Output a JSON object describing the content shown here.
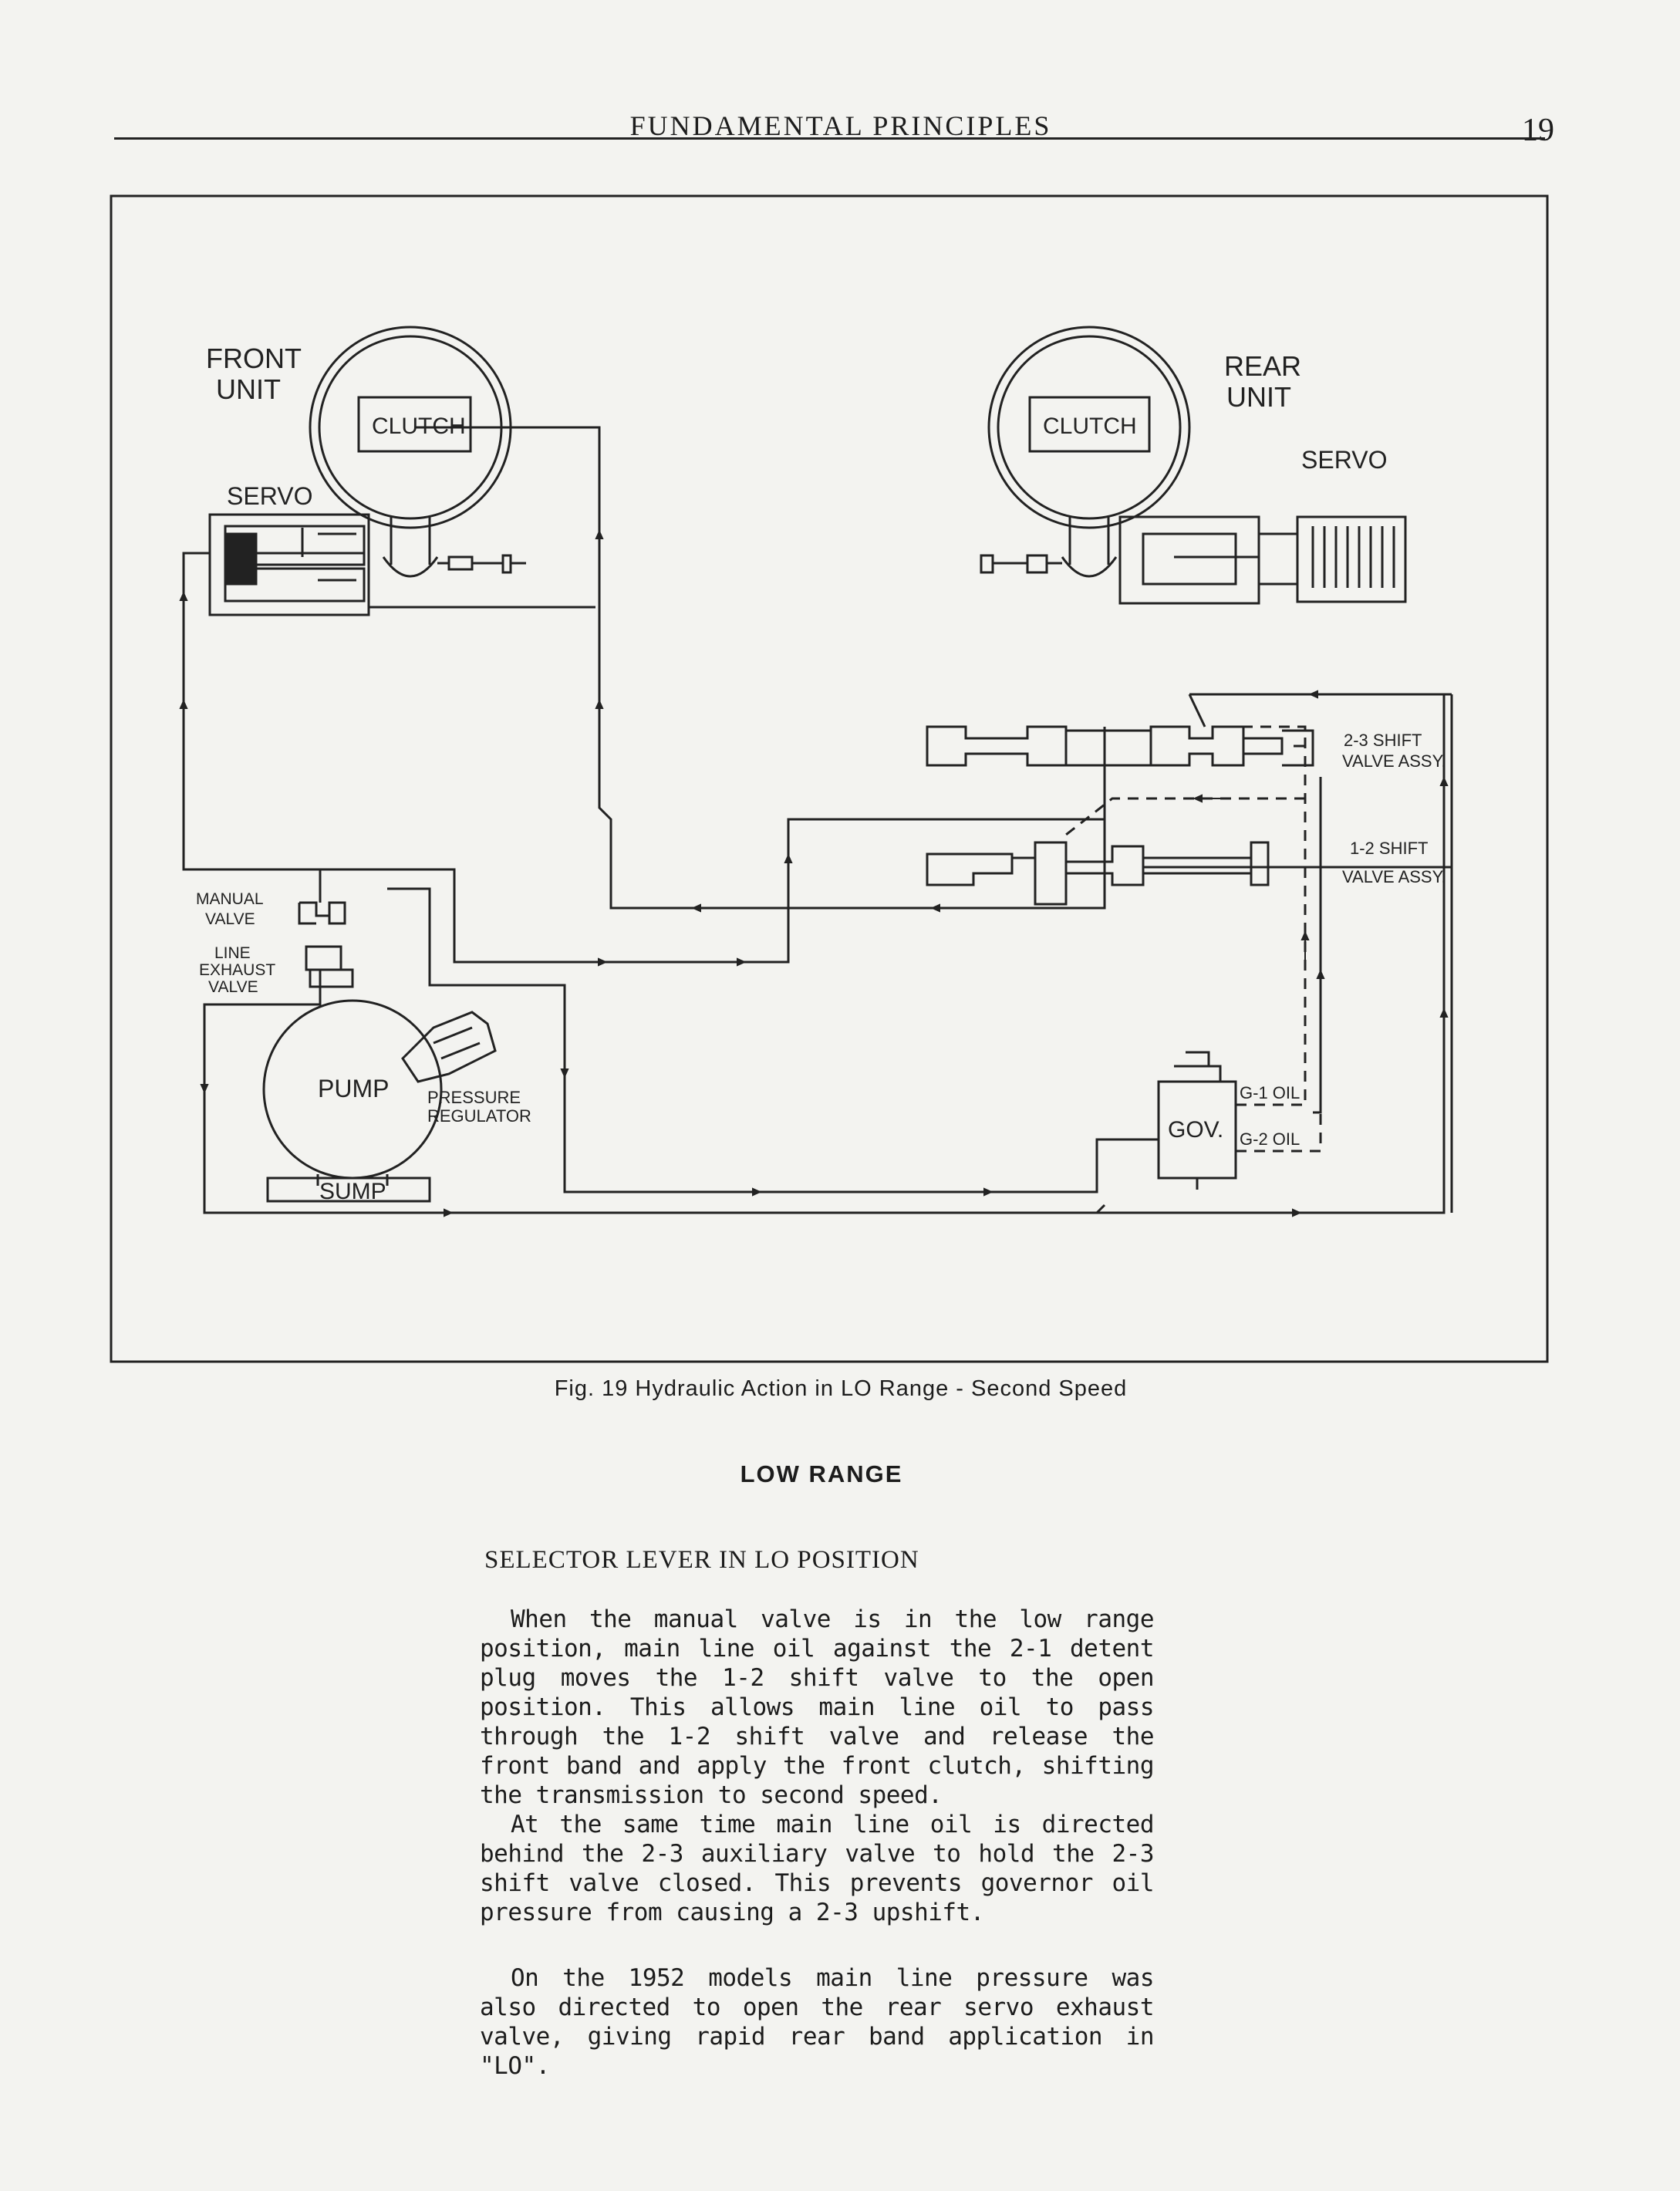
{
  "header": {
    "running_head": "FUNDAMENTAL PRINCIPLES",
    "page_number": "19"
  },
  "figure": {
    "labels": {
      "front_unit_1": "FRONT",
      "front_unit_2": "UNIT",
      "rear_unit_1": "REAR",
      "rear_unit_2": "UNIT",
      "clutch_front": "CLUTCH",
      "clutch_rear": "CLUTCH",
      "servo_front": "SERVO",
      "servo_rear": "SERVO",
      "manual_valve_1": "MANUAL",
      "manual_valve_2": "VALVE",
      "line_exhaust_1": "LINE",
      "line_exhaust_2": "EXHAUST",
      "line_exhaust_3": "VALVE",
      "pump": "PUMP",
      "pressure_regulator_1": "PRESSURE",
      "pressure_regulator_2": "REGULATOR",
      "sump": "SUMP",
      "gov": "GOV.",
      "g1_oil": "G-1 OIL",
      "g2_oil": "G-2 OIL",
      "shift_23_1": "2-3 SHIFT",
      "shift_23_2": "VALVE ASSY.",
      "shift_12_1": "1-2 SHIFT",
      "shift_12_2": "VALVE ASSY."
    },
    "caption": "Fig. 19  Hydraulic Action in LO Range - Second Speed"
  },
  "body": {
    "section_title": "LOW RANGE",
    "subheading": "SELECTOR LEVER IN LO POSITION",
    "paragraphs": [
      "When the manual valve is in the low range position, main line oil against the 2-1 detent plug moves the 1-2 shift valve to the open position. This allows main line oil to pass through the 1-2 shift valve and release the front band and apply the front clutch, shifting the transmission to second speed.",
      "At the same time main line oil is directed behind the 2-3 auxiliary valve to hold the 2-3 shift valve closed. This prevents governor oil pressure from causing a 2-3 upshift.",
      "On the 1952 models main line pressure was also directed to open the rear servo exhaust valve, giving rapid rear band application in \"LO\"."
    ]
  }
}
